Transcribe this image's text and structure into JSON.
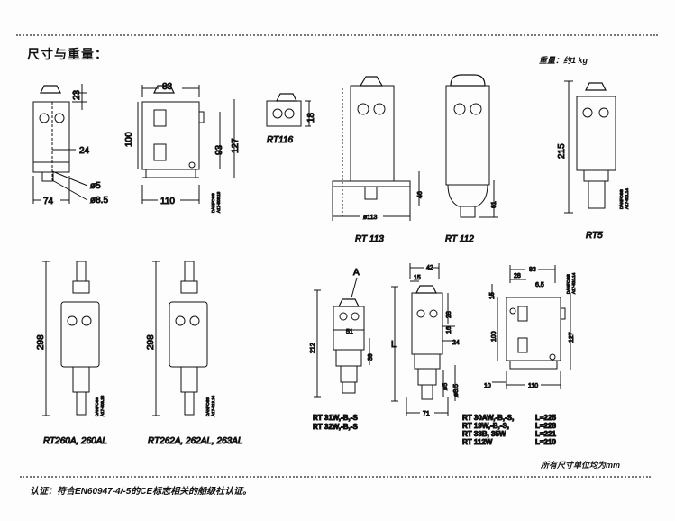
{
  "header": {
    "title": "尺寸与重量：",
    "weight_note": "重量：约1 kg"
  },
  "footer": {
    "unit_note": "所有尺寸单位均为mm",
    "certification": "认证：符合EN60947-4/-5的CE标志相关的船级社认证。"
  },
  "figures": {
    "rt_general": {
      "dims": [
        "23",
        "24",
        "ø5",
        "ø8.5",
        "74"
      ]
    },
    "rt_box": {
      "dims": [
        "83",
        "100",
        "93",
        "127",
        "110"
      ],
      "stamp": [
        "DANFOSS",
        "A17-508.13"
      ]
    },
    "rt116": {
      "label": "RT116",
      "dims": [
        "18"
      ]
    },
    "rt113": {
      "label": "RT 113",
      "dims": [
        "ø113",
        "46"
      ]
    },
    "rt112": {
      "label": "RT 112",
      "dims": [
        "61"
      ]
    },
    "rt5": {
      "label": "RT5",
      "dims": [
        "215"
      ],
      "stamp": [
        "DANFOSS",
        "A17-511.14"
      ]
    },
    "rt260": {
      "label": "RT260A, 260AL",
      "dims": [
        "298"
      ],
      "stamp": [
        "DANFOSS",
        "A17-509.13"
      ]
    },
    "rt262": {
      "label": "RT262A, 262AL, 263AL",
      "dims": [
        "298"
      ],
      "stamp": [
        "DANFOSS",
        "A17-513.14"
      ]
    },
    "rt31": {
      "label_lines": [
        "RT 31W,-B,-S",
        "RT 32W,-B,-S"
      ],
      "dims": [
        "A",
        "212",
        "51",
        "39"
      ]
    },
    "rt30": {
      "dims": [
        "42",
        "15",
        "28",
        "16",
        "24",
        "L",
        "ø5",
        "ø8.5",
        "71"
      ]
    },
    "rt30aw": {
      "dims": [
        "83",
        "28",
        "6.5",
        "15",
        "100",
        "127",
        "10",
        "110"
      ],
      "stamp": [
        "DANFOSS",
        "A17-510.14"
      ],
      "rows": [
        {
          "model": "RT 30AW,-B,-S,",
          "length": "L=225"
        },
        {
          "model": "RT 19W,-B,-S,",
          "length": "L=228"
        },
        {
          "model": "RT 33B, 35W",
          "length": "L=221"
        },
        {
          "model": "RT 112W",
          "length": "L=210"
        }
      ]
    }
  }
}
